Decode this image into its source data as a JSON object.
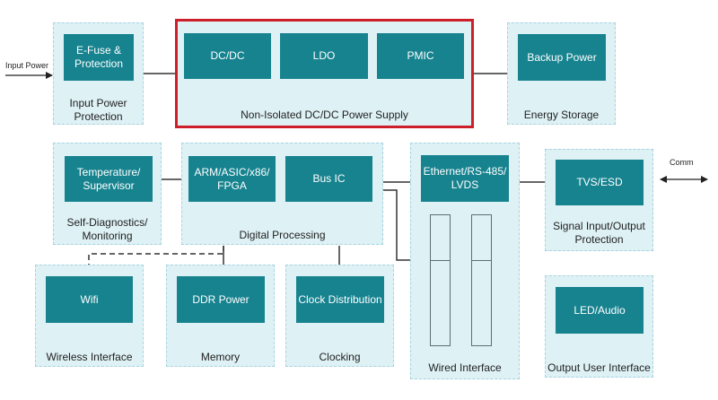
{
  "external": {
    "input_power": "Input Power",
    "comm": "Comm"
  },
  "groups": {
    "input_power": "Input Power\nProtection",
    "non_isolated": "Non-Isolated DC/DC Power Supply",
    "energy_storage": "Energy Storage",
    "self_diag": "Self-Diagnostics/\nMonitoring",
    "digital": "Digital Processing",
    "wired": "Wired Interface",
    "signal_io": "Signal Input/Output\nProtection",
    "wireless": "Wireless Interface",
    "memory": "Memory",
    "clocking": "Clocking",
    "output_ui": "Output User Interface"
  },
  "blocks": {
    "efuse": "E-Fuse &\nProtection",
    "dcdc": "DC/DC",
    "ldo": "LDO",
    "pmic": "PMIC",
    "backup": "Backup Power",
    "temp": "Temperature/\nSupervisor",
    "arm": "ARM/ASIC/x86/\nFPGA",
    "busic": "Bus IC",
    "ethernet": "Ethernet/RS-485/\nLVDS",
    "tvs": "TVS/ESD",
    "wifi": "Wifi",
    "ddr": "DDR Power",
    "clock": "Clock Distribution",
    "led": "LED/Audio"
  },
  "colors": {
    "group_fill": "#def1f5",
    "block_fill": "#16838f",
    "highlight": "#cc1f2a",
    "wire": "#333333"
  }
}
